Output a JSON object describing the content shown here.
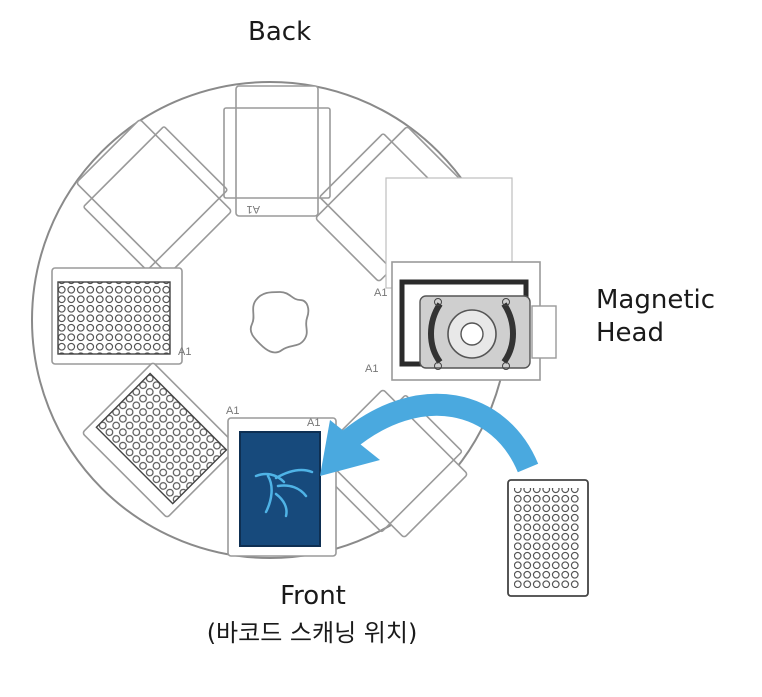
{
  "labels": {
    "back": "Back",
    "magnetic_head_line1": "Magnetic",
    "magnetic_head_line2": "Head",
    "front": "Front",
    "front_sub": "(바코드 스캐닝 위치)"
  },
  "position_marker": "A1",
  "colors": {
    "outline": "#9a9a9a",
    "arrow": "#4aa9df",
    "barcode_plate": "#174a7c",
    "barcode_logo": "#4fb3e6",
    "magnet_frame": "#2b2b2b",
    "magnet_head": "#c9c9c9"
  }
}
